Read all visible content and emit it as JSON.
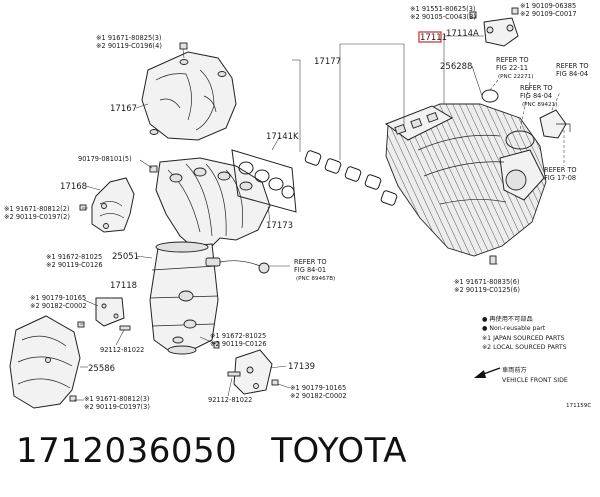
{
  "labels": {
    "p17167": "17167",
    "p17168": "17168",
    "p17141k": "17141K",
    "p17173": "17173",
    "p25051": "25051",
    "p17118": "17118",
    "p25586": "25586",
    "p17139": "17139",
    "p17177": "17177",
    "p17111": "17111",
    "p17114a": "17114A",
    "p256288": "256288",
    "b92112_81022_a": "92112-81022",
    "b92112_81022_b": "92112-81022",
    "c90179_08101": "90179-08101(5)",
    "s191671_80825": "※1 91671-80825(3)",
    "s290119_c0196": "※2 90119-C0196(4)",
    "s191671_80812_2": "※1 91671-80812(2)",
    "s290119_c0197_2": "※2 90119-C0197(2)",
    "s191672_81025_a": "※1 91672-81025",
    "s290119_c0126_a": "※2 90119-C0126",
    "s190179_10165_a": "※1 90179-10165",
    "s290182_c0002_a": "※2 90182-C0002",
    "s191672_81025_b": "※1 91672-81025",
    "s290119_c0126_b": "※2 90119-C0126",
    "s191671_80812_3": "※1 91671-80812(3)",
    "s290119_c0197_3": "※2 90119-C0197(3)",
    "s190179_10165_b": "※1 90179-10165",
    "s290182_c0002_b": "※2 90182-C0002",
    "s191551_80625": "※1 91551-80625(3)",
    "s290105_c0043": "※2 90105-C0043(3)",
    "s190109_06385": "※1 90109-06385",
    "s290109_c0017": "※2 90109-C0017",
    "s191671_80835": "※1 91671-80835(6)",
    "s290119_c0125": "※2 90119-C0125(6)",
    "ref_a_1": "REFER TO",
    "ref_a_2": "FIG 22-11",
    "ref_a_3": "(PNC 22271)",
    "ref_b_1": "REFER TO",
    "ref_b_2": "FIG 84-04",
    "ref_c_1": "REFER TO",
    "ref_c_2": "FIG 84-04",
    "ref_c_3": "(PNC 89421)",
    "ref_d_1": "REFER TO",
    "ref_d_2": "FIG 17-08",
    "ref_e_1": "REFER TO",
    "ref_e_2": "FIG 84-01",
    "ref_e_3": "(PNC 89467B)",
    "legend_1": "● 再使用不可部品",
    "legend_2": "● Non-reusable part",
    "legend_3": "※1 JAPAN SOURCED PARTS",
    "legend_4": "※2 LOCAL SOURCED PARTS",
    "legend_5": "車両前方",
    "legend_6": "VEHICLE FRONT SIDE",
    "fig_code": "171159C"
  },
  "caption": "1712036050   TOYOTA",
  "colors": {
    "highlight": "#d9232b",
    "ink": "#1a1a1a"
  }
}
